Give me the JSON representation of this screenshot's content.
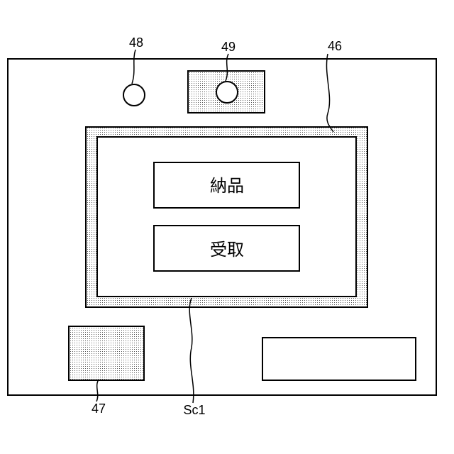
{
  "labels": {
    "camera": "48",
    "sensor": "49",
    "display": "46",
    "reader": "47",
    "screen": "Sc1"
  },
  "buttons": {
    "delivery": "納品",
    "receive": "受取"
  }
}
